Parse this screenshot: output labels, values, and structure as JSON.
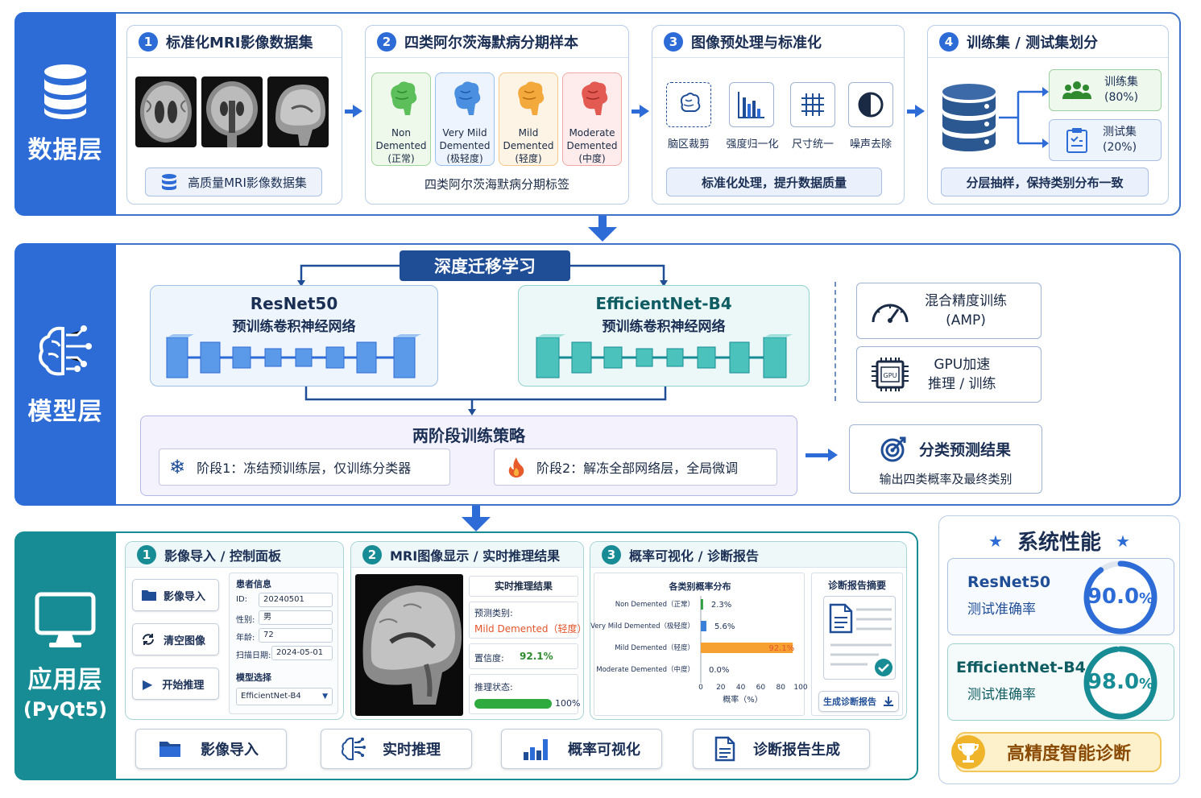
{
  "colors": {
    "blue": "#2d6cd6",
    "teal": "#178c95",
    "navy": "#1f4e97"
  },
  "data_layer": {
    "label": "数据层",
    "card1": {
      "num": "1",
      "title": "标准化MRI影像数据集",
      "pill": "高质量MRI影像数据集"
    },
    "card2": {
      "num": "2",
      "title": "四类阿尔茨海默病分期样本",
      "footer": "四类阿尔茨海默病分期标签",
      "stages": [
        {
          "l1": "Non",
          "l2": "Demented",
          "l3": "(正常)"
        },
        {
          "l1": "Very Mild",
          "l2": "Demented",
          "l3": "(极轻度)"
        },
        {
          "l1": "Mild",
          "l2": "Demented",
          "l3": "(轻度)"
        },
        {
          "l1": "Moderate",
          "l2": "Demented",
          "l3": "(中度)"
        }
      ]
    },
    "card3": {
      "num": "3",
      "title": "图像预处理与标准化",
      "pill": "标准化处理，提升数据质量",
      "steps": [
        "脑区裁剪",
        "强度归一化",
        "尺寸统一",
        "噪声去除"
      ]
    },
    "card4": {
      "num": "4",
      "title": "训练集 / 测试集划分",
      "pill": "分层抽样，保持类别分布一致",
      "train": {
        "name": "训练集",
        "ratio": "(80%)"
      },
      "test": {
        "name": "测试集",
        "ratio": "(20%)"
      }
    }
  },
  "model_layer": {
    "label": "模型层",
    "banner": "深度迁移学习",
    "resnet": {
      "name": "ResNet50",
      "desc": "预训练卷积神经网络"
    },
    "effnet": {
      "name": "EfficientNet-B4",
      "desc": "预训练卷积神经网络"
    },
    "amp": {
      "l1": "混合精度训练",
      "l2": "(AMP)"
    },
    "gpu": {
      "l1": "GPU加速",
      "l2": "推理 / 训练",
      "chip": "GPU"
    },
    "strategy": {
      "title": "两阶段训练策略",
      "stage1": "阶段1：冻结预训练层，仅训练分类器",
      "stage2": "阶段2：解冻全部网络层，全局微调"
    },
    "result": {
      "title": "分类预测结果",
      "desc": "输出四类概率及最终类别"
    }
  },
  "app_layer": {
    "label": "应用层",
    "sub": "(PyQt5)",
    "panel1": {
      "num": "1",
      "title": "影像导入 / 控制面板",
      "buttons": [
        "影像导入",
        "清空图像",
        "开始推理"
      ],
      "patient": {
        "header": "患者信息",
        "id_l": "ID:",
        "id_v": "20240501",
        "sex_l": "性别:",
        "sex_v": "男",
        "age_l": "年龄:",
        "age_v": "72",
        "date_l": "扫描日期:",
        "date_v": "2024-05-01"
      },
      "model_header": "模型选择",
      "model_value": "EfficientNet-B4"
    },
    "panel2": {
      "num": "2",
      "title": "MRI图像显示 / 实时推理结果",
      "result_title": "实时推理结果",
      "pred_l": "预测类别:",
      "pred_v": "Mild Demented（轻度）",
      "conf_l": "置信度:",
      "conf_v": "92.1%",
      "status_l": "推理状态:",
      "status_v": "100%",
      "progress": 1.0
    },
    "panel3": {
      "num": "3",
      "title": "概率可视化 / 诊断报告",
      "chart_title": "各类别概率分布",
      "report_title": "诊断报告摘要",
      "report_btn": "生成诊断报告"
    },
    "bottom": [
      "影像导入",
      "实时推理",
      "概率可视化",
      "诊断报告生成"
    ]
  },
  "chart_data": {
    "type": "bar",
    "orientation": "horizontal",
    "title": "各类别概率分布",
    "categories": [
      "Non Demented（正常）",
      "Very Mild Demented（极轻度）",
      "Mild Demented（轻度）",
      "Moderate Demented（中度）"
    ],
    "values": [
      2.3,
      5.6,
      92.1,
      0.0
    ],
    "labels": [
      "2.3%",
      "5.6%",
      "92.1%",
      "0.0%"
    ],
    "colors": [
      "#2e9e3e",
      "#3a7fd8",
      "#f5a030",
      "#888888"
    ],
    "xlabel": "概率（%）",
    "xlim": [
      0,
      100
    ],
    "xticks": [
      "0",
      "20",
      "40",
      "60",
      "80",
      "100"
    ]
  },
  "performance": {
    "title": "系统性能",
    "resnet": {
      "name": "ResNet50",
      "desc": "测试准确率",
      "value": "90.0",
      "unit": "%",
      "fraction": 0.9
    },
    "effnet": {
      "name": "EfficientNet-B4",
      "desc": "测试准确率",
      "value": "98.0",
      "unit": "%",
      "fraction": 0.98
    },
    "badge": "高精度智能诊断"
  }
}
